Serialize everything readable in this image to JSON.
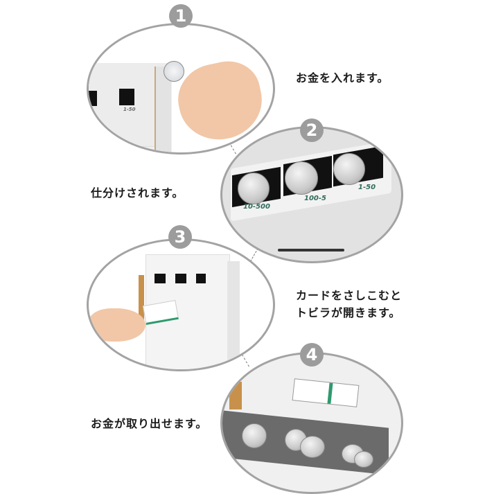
{
  "steps": [
    {
      "number": "1",
      "caption": "お金を入れます。",
      "scene": "hand-inserting-coin",
      "slot_label": "1-50"
    },
    {
      "number": "2",
      "caption": "仕分けされます。",
      "scene": "coins-sorted-in-slots",
      "slot_labels": [
        "10-500",
        "100-5",
        "1-50"
      ]
    },
    {
      "number": "3",
      "caption_line1": "カードをさしこむと",
      "caption_line2": "トビラが開きます。",
      "scene": "card-inserted"
    },
    {
      "number": "4",
      "caption": "お金が取り出せます。",
      "scene": "drawer-open-with-coins"
    }
  ],
  "colors": {
    "ring": "#a3a3a3",
    "badge": "#9c9c9c",
    "text": "#1a1a1a",
    "accent_green": "#2e9a6e",
    "cardboard": "#c8914b"
  }
}
